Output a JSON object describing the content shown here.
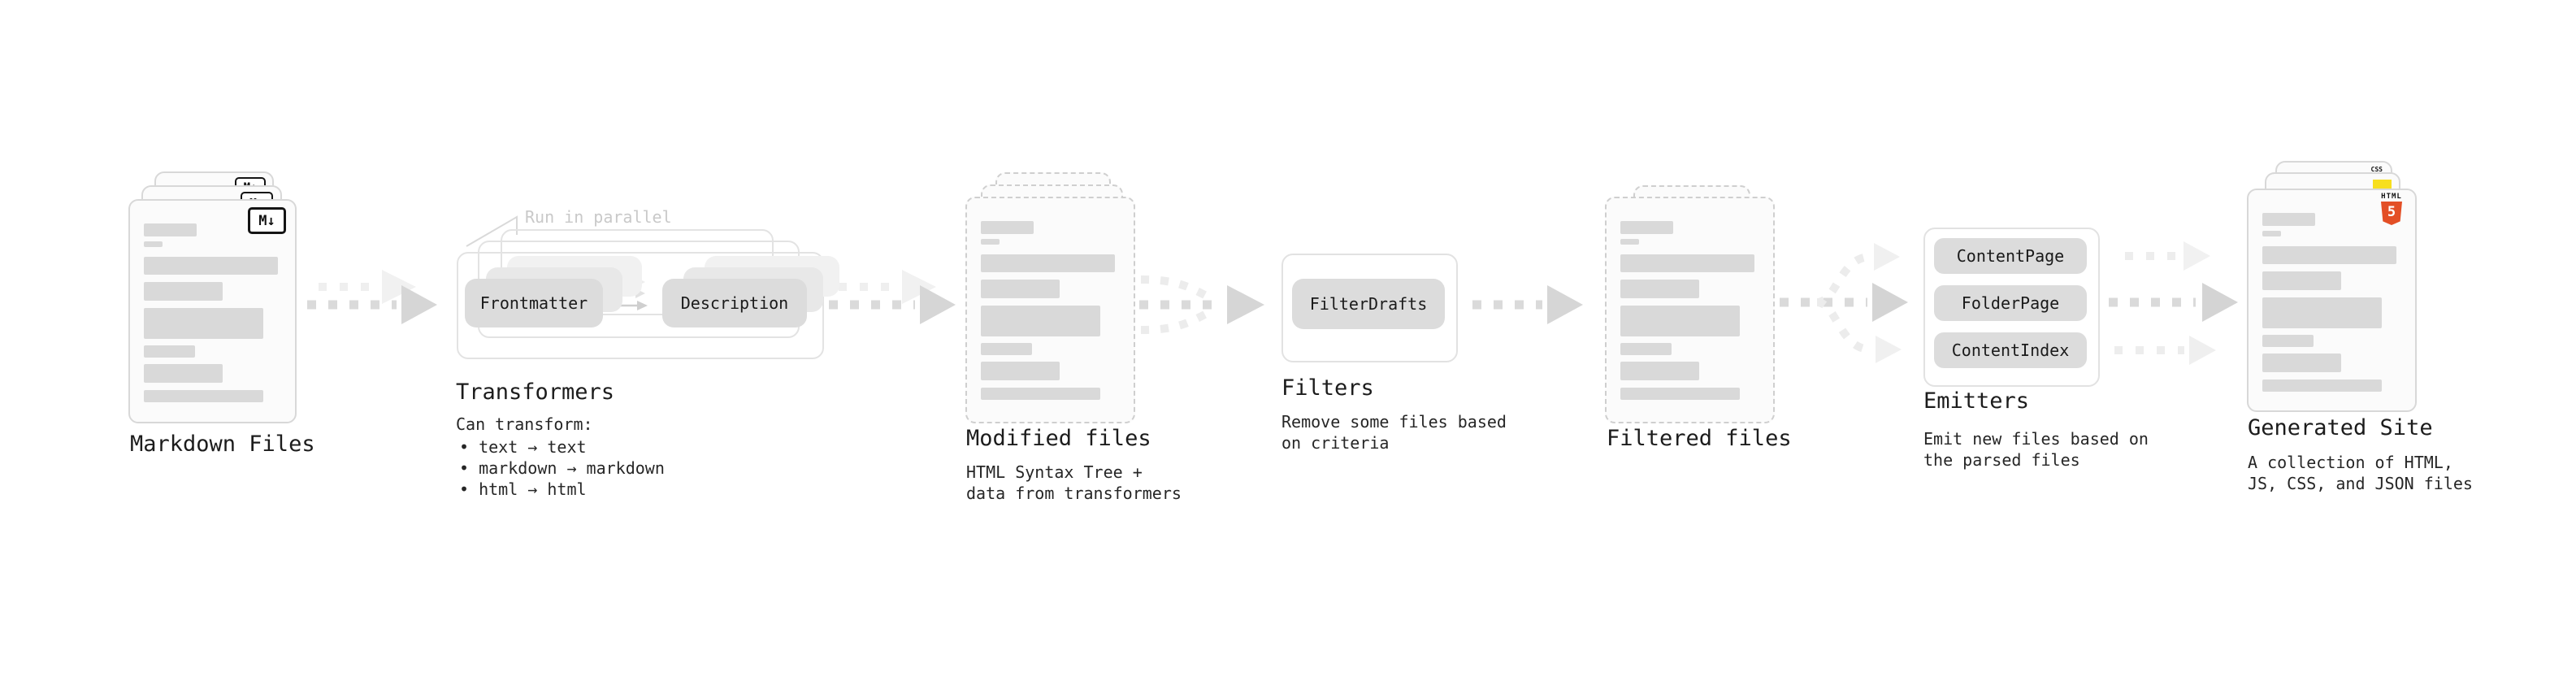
{
  "colors": {
    "html5_orange": "#e34f26",
    "js_yellow": "#f7df1e",
    "css_blue": "#2d6bf4"
  },
  "stages": {
    "markdown": {
      "label": "Markdown Files",
      "badge": "M↓"
    },
    "transformers": {
      "label": "Transformers",
      "annotation": "Run in parallel",
      "chips": [
        "Frontmatter",
        "Description"
      ],
      "desc_title": "Can transform:",
      "bullets": [
        "• text → text",
        "• markdown → markdown",
        "• html → html"
      ]
    },
    "modified": {
      "label": "Modified files",
      "desc": "HTML Syntax Tree +\ndata from transformers"
    },
    "filters": {
      "label": "Filters",
      "chip": "FilterDrafts",
      "desc": "Remove some files based\non criteria"
    },
    "filtered": {
      "label": "Filtered files"
    },
    "emitters": {
      "label": "Emitters",
      "chips": [
        "ContentPage",
        "FolderPage",
        "ContentIndex"
      ],
      "desc": "Emit new files based on\nthe parsed files"
    },
    "generated": {
      "label": "Generated Site",
      "desc": "A collection of HTML,\nJS, CSS, and JSON files",
      "badges": {
        "html_label": "HTML",
        "html_number": "5",
        "css": "CSS"
      }
    }
  }
}
